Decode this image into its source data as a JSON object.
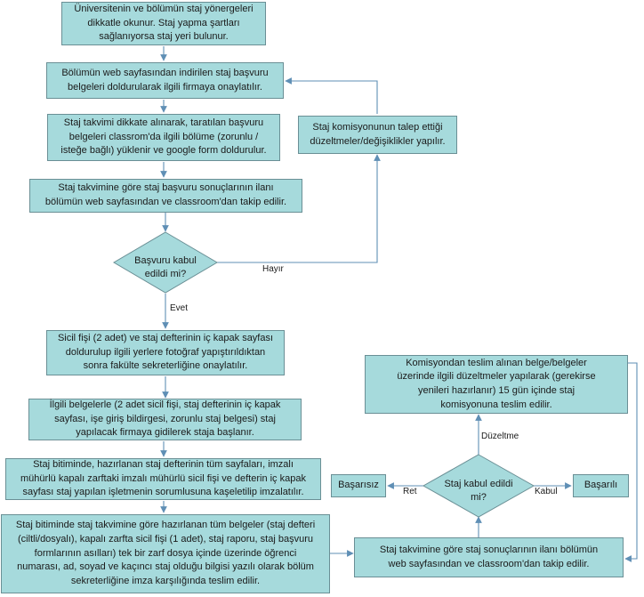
{
  "steps": {
    "s1": "Üniversitenin ve bölümün staj yönergeleri\ndikkatle okunur. Staj yapma şartları\nsağlanıyorsa staj yeri bulunur.",
    "s2": "Bölümün web sayfasından indirilen staj başvuru\nbelgeleri doldurularak ilgili firmaya onaylatılır.",
    "s3": "Staj takvimi dikkate alınarak, taratılan başvuru\nbelgeleri classrom'da ilgili bölüme (zorunlu /\nisteğe bağlı) yüklenir ve google form doldurulur.",
    "s4": "Staj takvimine göre staj başvuru sonuçlarının ilanı\nbölümün web sayfasından ve classroom'dan takip edilir.",
    "s_revise": "Staj komisyonunun talep ettiği\ndüzeltmeler/değişiklikler yapılır.",
    "s5": "Sicil fişi (2 adet) ve staj defterinin iç kapak sayfası\ndoldurulup ilgili yerlere fotoğraf yapıştırıldıktan\nsonra fakülte sekreterliğine onaylatılır.",
    "s6": "İlgili belgelerle (2 adet sicil fişi, staj defterinin iç kapak\nsayfası, işe giriş bildirgesi, zorunlu staj belgesi) staj\nyapılacak firmaya gidilerek staja başlanır.",
    "s7": "Staj bitiminde, hazırlanan staj defterinin tüm sayfaları, imzalı\nmühürlü kapalı zarftaki imzalı mühürlü sicil fişi ve defterin iç kapak\nsayfası staj yapılan işletmenin sorumlusuna kaşeletilip imzalatılır.",
    "s8": "Staj bitiminde staj takvimine göre hazırlanan tüm belgeler (staj defteri\n(ciltli/dosyalı), kapalı zarfta sicil fişi (1 adet), staj raporu, staj başvuru\nformlarının asılları) tek bir zarf dosya içinde üzerinde öğrenci\nnumarası, ad, soyad ve kaçıncı staj olduğu bilgisi yazılı olarak bölüm\nsekreterliğine imza karşılığında teslim edilir.",
    "s9": "Staj takvimine göre staj sonuçlarının ilanı bölümün\nweb sayfasından ve classroom'dan takip edilir.",
    "s_fix": "Komisyondan teslim alınan belge/belgeler\nüzerinde ilgili düzeltmeler yapılarak (gerekirse\nyenileri hazırlanır) 15 gün içinde staj\nkomisyonuna teslim edilir.",
    "fail": "Başarısız",
    "success": "Başarılı"
  },
  "decisions": {
    "d1": "Başvuru kabul\nedildi mi?",
    "d2": "Staj kabul edildi\nmi?"
  },
  "edges": {
    "no": "Hayır",
    "yes": "Evet",
    "fix": "Düzeltme",
    "reject": "Ret",
    "accept": "Kabul"
  },
  "colors": {
    "box_fill": "#a6dadc",
    "box_border": "#6a8f95",
    "arrow": "#5f8fb5"
  }
}
